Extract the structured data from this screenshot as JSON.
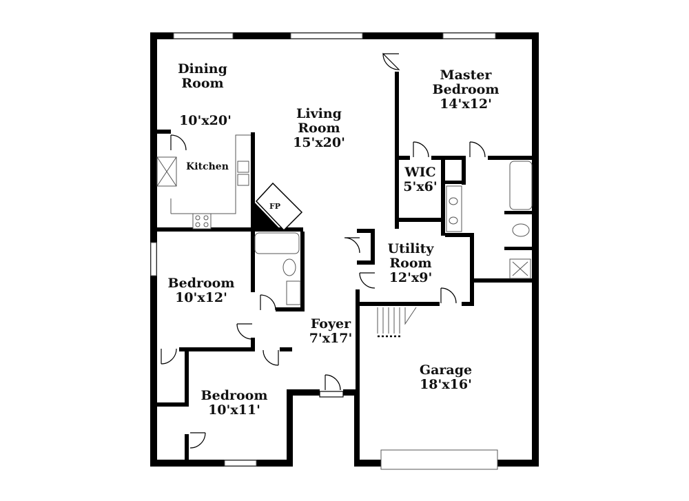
{
  "rooms": {
    "dining": {
      "name_1": "Dining",
      "name_2": "Room",
      "size": "10'x20'"
    },
    "kitchen": {
      "name": "Kitchen"
    },
    "living": {
      "name_1": "Living",
      "name_2": "Room",
      "size": "15'x20'"
    },
    "master": {
      "name_1": "Master",
      "name_2": "Bedroom",
      "size": "14'x12'"
    },
    "wic": {
      "name": "WIC",
      "size": "5'x6'"
    },
    "fireplace": {
      "name": "FP"
    },
    "utility": {
      "name_1": "Utility",
      "name_2": "Room",
      "size": "12'x9'"
    },
    "bedroom_1": {
      "name": "Bedroom",
      "size": "10'x12'"
    },
    "foyer": {
      "name": "Foyer",
      "size": "7'x17'"
    },
    "bedroom_2": {
      "name": "Bedroom",
      "size": "10'x11'"
    },
    "garage": {
      "name": "Garage",
      "size": "18'x16'"
    }
  },
  "colors": {
    "wall": "#000000",
    "fixture": "#555555",
    "background": "#ffffff"
  }
}
